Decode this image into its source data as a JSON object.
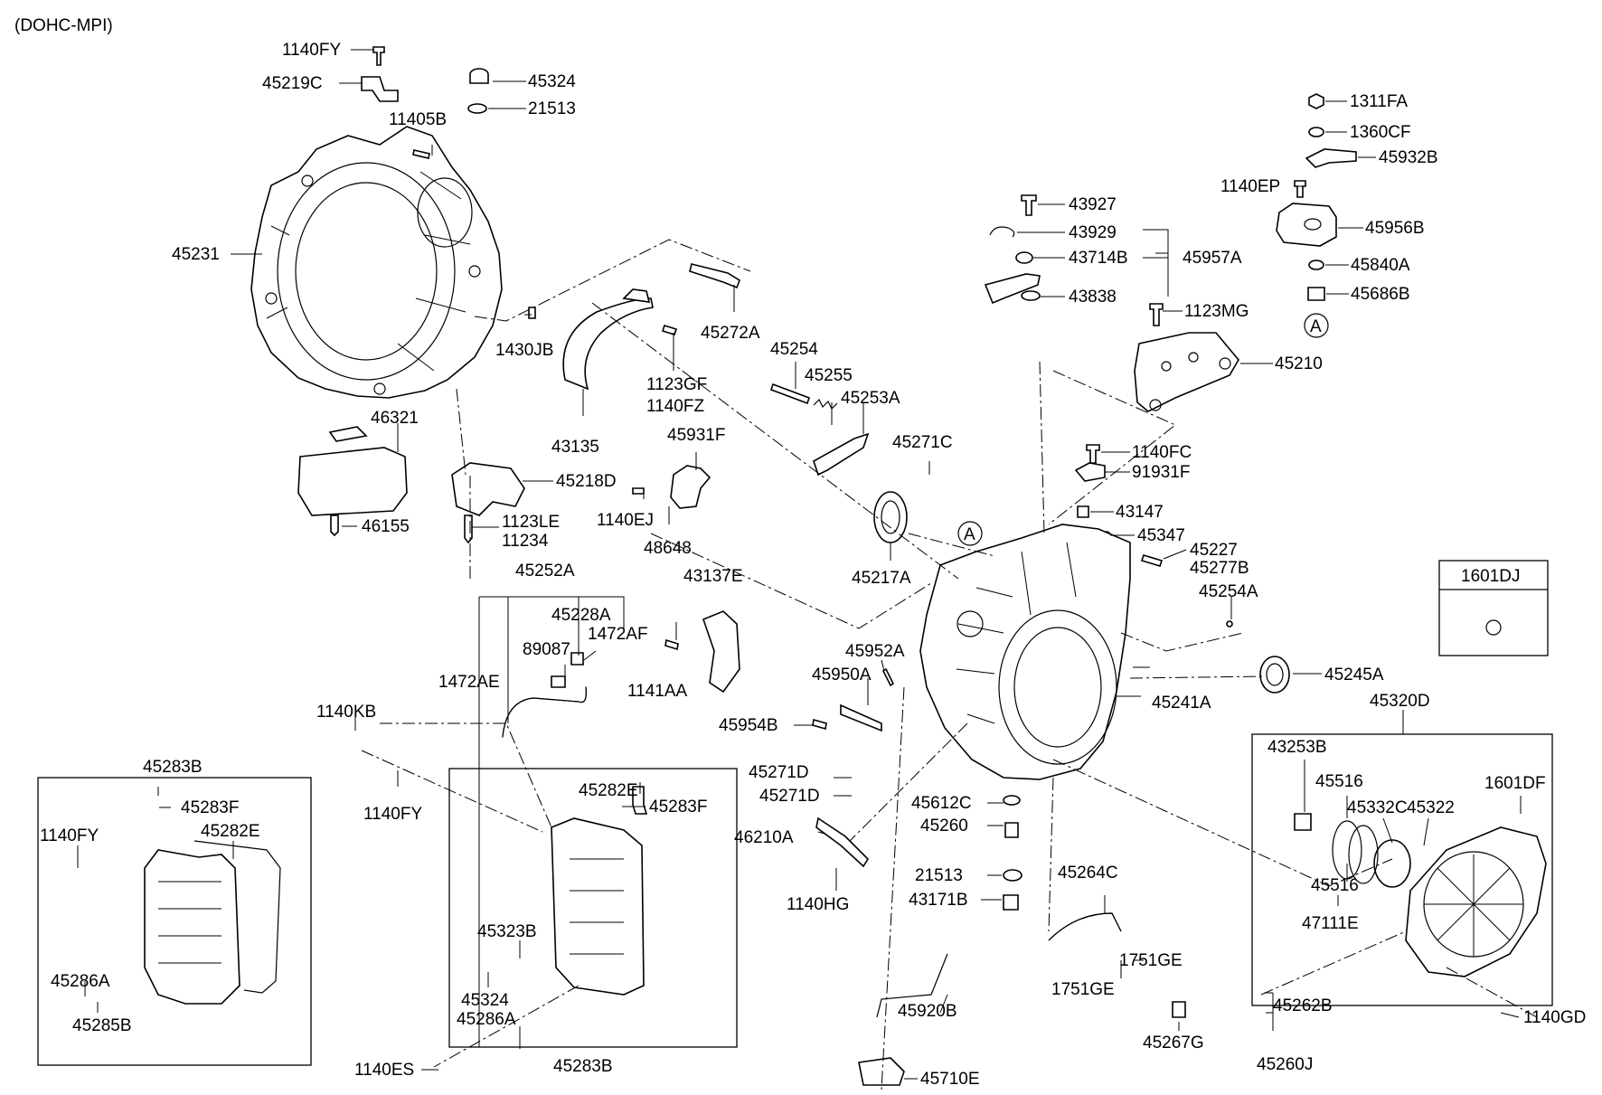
{
  "header": {
    "engine_variant": "(DOHC-MPI)"
  },
  "callouts": {
    "c1140FY_a": "1140FY",
    "c45219C": "45219C",
    "c45324_a": "45324",
    "c21513_a": "21513",
    "c11405B": "11405B",
    "c45231": "45231",
    "c1430JB": "1430JB",
    "c46321": "46321",
    "c46155": "46155",
    "c45218D": "45218D",
    "c1123LE": "1123LE",
    "c11234": "11234",
    "c43135": "43135",
    "c1123GF": "1123GF",
    "c1140FZ": "1140FZ",
    "c45272A": "45272A",
    "c45254": "45254",
    "c45255": "45255",
    "c45253A": "45253A",
    "c45931F": "45931F",
    "c1140EJ": "1140EJ",
    "c48648": "48648",
    "c45271C": "45271C",
    "c45217A": "45217A",
    "c43927": "43927",
    "c43929": "43929",
    "c43714B": "43714B",
    "c45957A": "45957A",
    "c43838": "43838",
    "c1123MG": "1123MG",
    "c45210": "45210",
    "c1140FC": "1140FC",
    "c91931F": "91931F",
    "c43147": "43147",
    "c45347": "45347",
    "c45227": "45227",
    "c45277B": "45277B",
    "c45254A": "45254A",
    "c1311FA": "1311FA",
    "c1360CF": "1360CF",
    "c45932B": "45932B",
    "c1140EP": "1140EP",
    "c45956B": "45956B",
    "c45840A": "45840A",
    "c45686B": "45686B",
    "c45252A": "45252A",
    "c45228A": "45228A",
    "c89087": "89087",
    "c1472AF": "1472AF",
    "c1472AE": "1472AE",
    "c43137E": "43137E",
    "c1141AA": "1141AA",
    "c45952A": "45952A",
    "c45950A": "45950A",
    "c45954B": "45954B",
    "c45241A": "45241A",
    "c45245A": "45245A",
    "c45320D": "45320D",
    "c1140KB": "1140KB",
    "c1140FY_b": "1140FY",
    "c45283B_a": "45283B",
    "c45283F_a": "45283F",
    "c45282E_a": "45282E",
    "c1140FY_c": "1140FY",
    "c45286A_a": "45286A",
    "c45285B": "45285B",
    "c45282E_b": "45282E",
    "c45283F_b": "45283F",
    "c45323B": "45323B",
    "c45324_b": "45324",
    "c45286A_b": "45286A",
    "c45283B_b": "45283B",
    "c1140ES": "1140ES",
    "c45271D_a": "45271D",
    "c45271D_b": "45271D",
    "c46210A": "46210A",
    "c1140HG": "1140HG",
    "c45612C": "45612C",
    "c45260": "45260",
    "c21513_b": "21513",
    "c43171B": "43171B",
    "c45264C": "45264C",
    "c1751GE_a": "1751GE",
    "c1751GE_b": "1751GE",
    "c45267G": "45267G",
    "c45920B": "45920B",
    "c45710E": "45710E",
    "c43253B": "43253B",
    "c45516_a": "45516",
    "c45332C": "45332C",
    "c45322": "45322",
    "c1601DF": "1601DF",
    "c45516_b": "45516",
    "c47111E": "47111E",
    "c45262B": "45262B",
    "c45260J": "45260J",
    "c1140GD": "1140GD"
  },
  "markers": {
    "ref_a_top": "A",
    "ref_a_case": "A"
  },
  "inset": {
    "title": "1601DJ"
  }
}
